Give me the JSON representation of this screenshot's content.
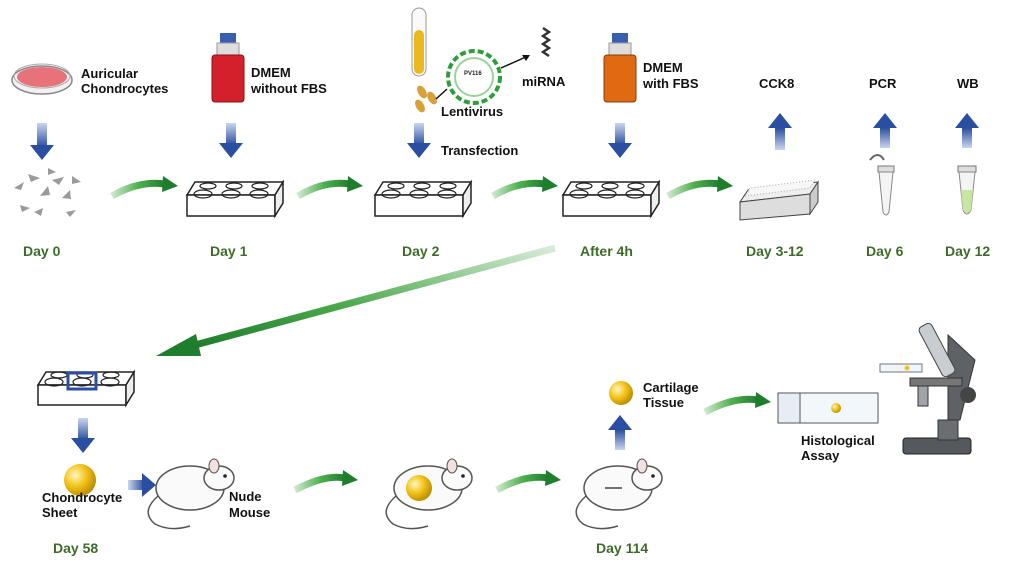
{
  "labels": {
    "auricular": "Auricular",
    "chondrocytes": "Chondrocytes",
    "dmem1": "DMEM",
    "without_fbs": "without FBS",
    "lentivirus": "Lentivirus",
    "plasmid": "PV116",
    "mirna": "miRNA",
    "transfection": "Transfection",
    "dmem2": "DMEM",
    "with_fbs": "with FBS",
    "cck8": "CCK8",
    "pcr": "PCR",
    "wb": "WB",
    "chondrocyte": "Chondrocyte",
    "sheet": "Sheet",
    "nude": "Nude",
    "mouse": "Mouse",
    "cartilage": "Cartilage",
    "tissue": "Tissue",
    "histological": "Histological",
    "assay": "Assay"
  },
  "days": {
    "d0": "Day 0",
    "d1": "Day 1",
    "d2": "Day 2",
    "after4h": "After 4h",
    "d3_12": "Day 3-12",
    "d6": "Day 6",
    "d12": "Day 12",
    "d58": "Day 58",
    "d114": "Day 114"
  },
  "colors": {
    "green_arrow": "#2e9e3c",
    "blue_arrow": "#3a5fb0",
    "day_text": "#3f6b2a",
    "bottle_red": "#d4202a",
    "bottle_orange": "#e06a12",
    "dish_pink": "#e8727a",
    "sphere_yellow": "#f2c419"
  }
}
